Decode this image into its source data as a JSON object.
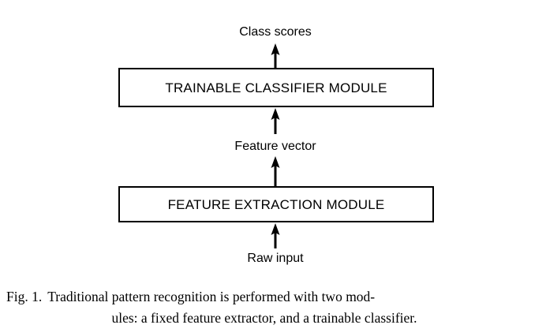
{
  "figure": {
    "background_color": "#ffffff",
    "stroke_color": "#000000",
    "caption": {
      "label": "Fig. 1.",
      "line1": "Traditional pattern recognition is performed with two mod-",
      "line2": "ules: a fixed feature extractor, and a trainable classifier.",
      "full_text": "Fig. 1. Traditional pattern recognition is performed with two modules: a fixed feature extractor, and a trainable classifier."
    }
  },
  "diagram": {
    "type": "flowchart",
    "direction": "bottom-to-top",
    "nodes": [
      {
        "id": "classifier",
        "label": "TRAINABLE CLASSIFIER MODULE",
        "shape": "rectangle"
      },
      {
        "id": "extractor",
        "label": "FEATURE EXTRACTION MODULE",
        "shape": "rectangle"
      }
    ],
    "edge_labels": [
      {
        "id": "class-scores",
        "label": "Class scores"
      },
      {
        "id": "feature-vector",
        "label": "Feature vector"
      },
      {
        "id": "raw-input",
        "label": "Raw input"
      }
    ],
    "arrows": [
      {
        "id": "scores-out",
        "from": "classifier",
        "to": "class-scores",
        "direction": "up"
      },
      {
        "id": "feature-out",
        "from": "feature-vector",
        "to": "classifier",
        "direction": "up"
      },
      {
        "id": "feature-in",
        "from": "extractor",
        "to": "feature-vector",
        "direction": "up"
      },
      {
        "id": "raw-in",
        "from": "raw-input",
        "to": "extractor",
        "direction": "up"
      }
    ]
  }
}
